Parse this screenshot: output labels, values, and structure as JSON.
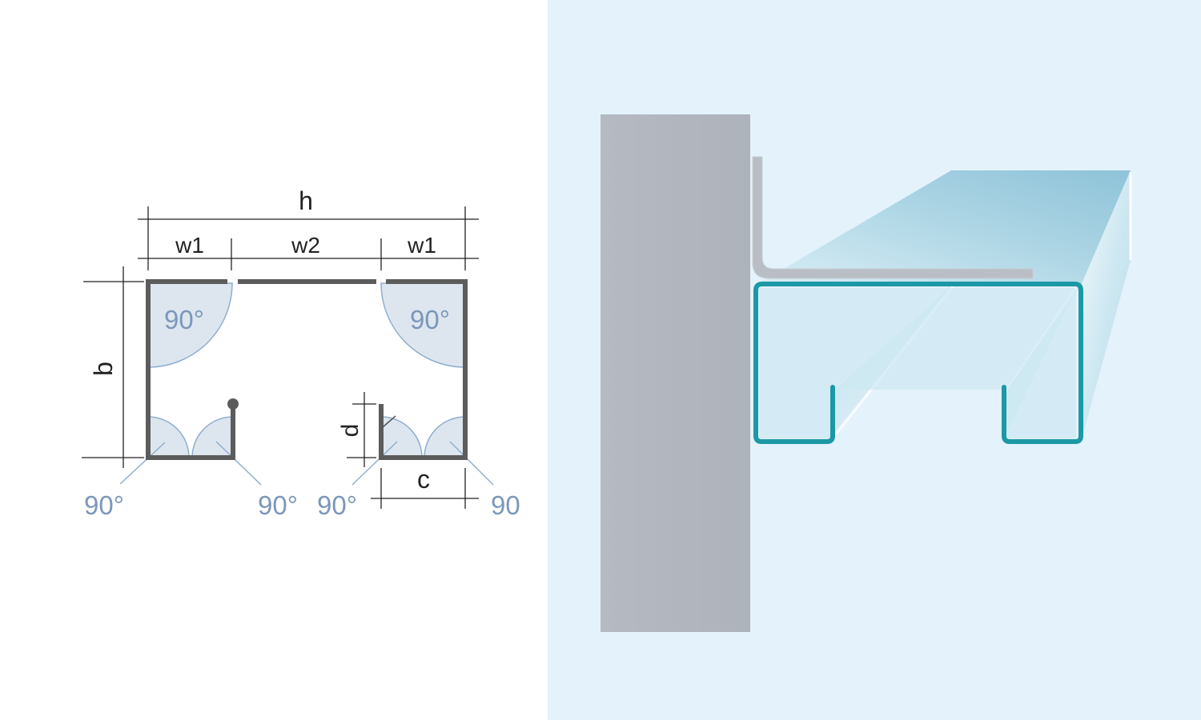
{
  "diagram": {
    "dimensions": {
      "h": "h",
      "w1_left": "w1",
      "w2": "w2",
      "w1_right": "w1",
      "b": "b",
      "d": "d",
      "c": "c"
    },
    "angles": {
      "top_left": "90°",
      "top_right": "90°",
      "bottom_left": "90°",
      "bottom_left_inner": "90°",
      "bottom_right_inner": "90°",
      "bottom_right": "90"
    }
  },
  "colors": {
    "profile_stroke": "#5c5c5c",
    "angle_fill": "#dde6ee",
    "angle_stroke": "#8faed0",
    "angle_text": "#7b97bb",
    "right_panel_bg": "#e3f2fb",
    "wall": "#b1b6be",
    "channel_outline": "#1c98a6",
    "bracket": "#b7bcc4"
  }
}
